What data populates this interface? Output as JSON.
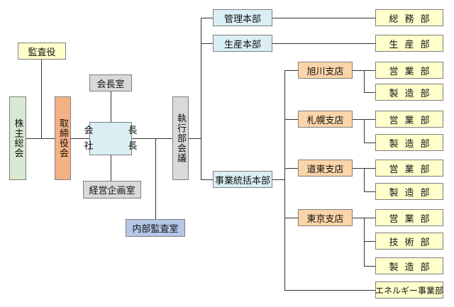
{
  "colors": {
    "shareholders": "#d9ead3",
    "yellow": "#ffffcc",
    "board": "#f4b183",
    "gray": "#d9d9d9",
    "cyan": "#daeef3",
    "branch": "#fbd5a9",
    "audit": "#b4c7e7",
    "line": "#333333"
  },
  "org": {
    "shareholders": "株主総会",
    "auditor": "監査役",
    "board": "取締役会",
    "chairman_office": "会長室",
    "chairman": "会　長",
    "president": "社　長",
    "planning_office": "経営企画室",
    "internal_audit": "内部監査室",
    "executive_committee": "執行部会議",
    "divisions": [
      "管理本部",
      "生産本部",
      "事業統括本部"
    ],
    "departments": {
      "general_affairs": "総務部",
      "production": "生産部"
    },
    "branches": [
      {
        "name": "旭川支店",
        "depts": [
          "営業部",
          "製造部"
        ]
      },
      {
        "name": "札幌支店",
        "depts": [
          "営業部",
          "製造部"
        ]
      },
      {
        "name": "道東支店",
        "depts": [
          "営業部",
          "製造部"
        ]
      },
      {
        "name": "東京支店",
        "depts": [
          "営業部",
          "技術部",
          "製造部"
        ]
      }
    ],
    "energy": "エネルギー事業部"
  }
}
